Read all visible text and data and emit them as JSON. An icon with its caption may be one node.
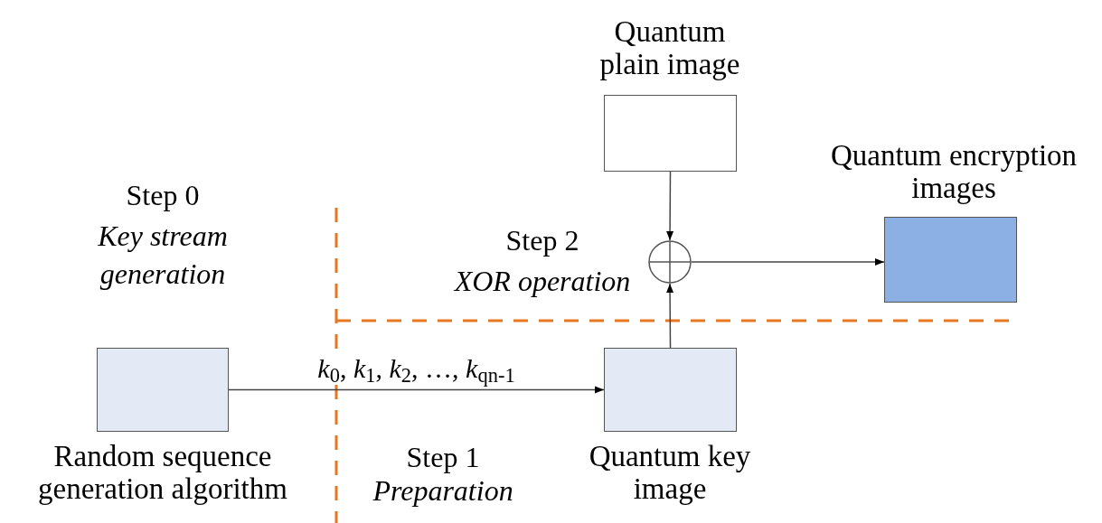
{
  "diagram": {
    "nodes": [
      {
        "text": [
          "Random sequence generation algorithm"
        ]
      },
      {
        "text": [
          "Quantum key image"
        ]
      },
      {
        "text": [
          "Quantum plain image"
        ]
      },
      {
        "text": [],
        "shape": "circle"
      },
      {
        "text": [
          "Quantum encryption images"
        ]
      }
    ],
    "edges": [
      {
        "from": 0,
        "to": 1,
        "arrow": "to",
        "label": "*k*$_{0}$, *k*$_{1}$, *k*$_{2}$, …, *k*$_{qn-1}$"
      },
      {
        "from": 2,
        "to": 3,
        "arrow": "to"
      },
      {
        "from": 1,
        "to": 3,
        "arrow": "to"
      },
      {
        "from": 3,
        "to": 4,
        "arrow": "to"
      }
    ],
    "labels": [
      "Step 0",
      "Key stream generation",
      "Step 2",
      "XOR operation",
      "Step 1",
      "Preparation"
    ]
  }
}
